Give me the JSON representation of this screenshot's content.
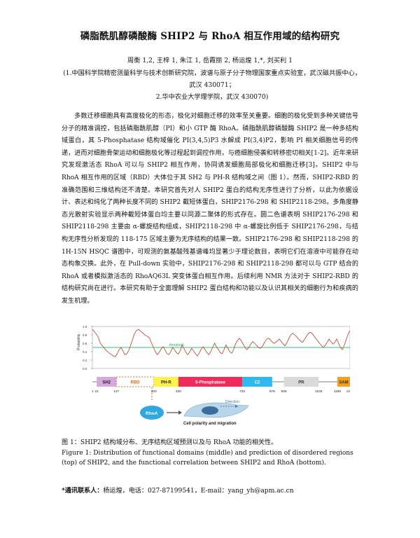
{
  "title": "磷脂酰肌醇磷酸酶 SHIP2 与 RhoA 相互作用域的结构研究",
  "authors": "周衡 1,2, 王梓 1, 朱江 1, 岳霞丽 2, 杨运煌 1,*, 刘买利 1",
  "affiliation_1": "(1.中国科学院精密测量科学与技术创新研究院，波谱与原子分子物理国家重点实验室，武汉磁共振中心，武汉 430071；",
  "affiliation_2": "2.华中农业大学理学院，武汉 430070)",
  "abstract": "多数迁移细胞具有高度极化的形态，极化对细胞迁移的效率至关重要。细胞的极化受到多种关键信号分子的精准调控，包括磷脂酰肌醇（PI）和小 GTP 酶 RhoA。磷脂酰肌醇磷酸酶 SHIP2 是一种多结构域蛋白，其 5-Phosphatase 结构域催化 PI(3,4,5)P3 水解成 PI(3,4)P2，影响 PI 相关细胞信号的传递，进而对细胞骨架运动和细胞极化等过程起到调控作用，与癌细胞侵袭和转移密切相关[1-2]。近年来研究发现激活态 RhoA 可以与 SHIP2 相互作用，协同诱发细胞局部极化和细胞迁移[3]。SHIP2 中与 RhoA 相互作用的区域（RBD）大体位于其 SH2 与 PH-R 结构域之间（图 1）。然而，SHIP2-RBD 的准确范围和三维结构还不清楚。本研究首先对人 SHIP2 蛋白的结构无序性进行了分析，以此为依据设计、表达和纯化了两种长度不同的 SHIP2 截短体蛋白，SHIP2176-298 和 SHIP2118-298。多角度静态光散射实验显示两种截短体蛋白均主要以同源二聚体的形式存在。圆二色谱表明 SHIP2176-298 和 SHIP2118-298 主要由 α-螺旋结构组成，SHIP2118-298 中 α-螺旋比例低于 SHIP2176-298，与结构无序性分析发现的 118-175 区域主要为无序结构的结果一致。SHIP2176-298 和 SHIP2118-298 的 1H-15N HSQC 谱图中，可观测的氨基酸残基谱峰均显著少于理论数目，表明它们在溶液中可能存在动态构象交换。此外，在 Pull-down 实验中，SHIP2176-298 和 SHIP2118-298 都可以与 GTP 结合的 RhoA 或者模拟激活态的 RhoAQ63L 突变体蛋白相互作用。后续利用 NMR 方法对于 SHIP2-RBD 的结构研究尚在进行。本研究有助于全面理解 SHIP2 蛋白结构和功能以及认识其相关的细胞行为和疾病的发生机理。",
  "figure": {
    "ylabel": "Probability",
    "yticks": [
      "1.0",
      "0.8",
      "0.6",
      "0.4",
      "0.2",
      "0.0"
    ],
    "threshold_label": "threshold",
    "threshold_value": 0.5,
    "disorder_series": [
      0.93,
      0.88,
      0.82,
      0.75,
      0.62,
      0.55,
      0.5,
      0.44,
      0.4,
      0.36,
      0.33,
      0.3,
      0.28,
      0.35,
      0.45,
      0.5,
      0.42,
      0.33,
      0.35,
      0.42,
      0.55,
      0.68,
      0.82,
      0.9,
      0.93,
      0.9,
      0.86,
      0.82,
      0.78,
      0.76,
      0.72,
      0.6,
      0.5,
      0.4,
      0.33,
      0.38,
      0.46,
      0.52,
      0.45,
      0.36,
      0.33,
      0.39,
      0.5,
      0.45,
      0.38,
      0.34,
      0.42,
      0.55,
      0.48,
      0.38,
      0.33,
      0.39,
      0.48,
      0.42,
      0.35,
      0.3,
      0.37,
      0.46,
      0.52,
      0.45,
      0.38,
      0.33,
      0.4,
      0.5,
      0.6,
      0.52,
      0.45,
      0.38,
      0.35,
      0.45,
      0.56,
      0.48,
      0.4,
      0.36,
      0.45,
      0.58,
      0.66,
      0.72,
      0.66,
      0.58,
      0.5,
      0.45,
      0.5,
      0.58,
      0.64,
      0.6,
      0.55,
      0.5,
      0.48,
      0.52,
      0.6,
      0.68,
      0.72,
      0.7,
      0.64,
      0.6,
      0.62,
      0.66,
      0.7,
      0.64,
      0.58,
      0.54,
      0.62,
      0.72,
      0.8,
      0.84,
      0.8,
      0.76,
      0.7,
      0.66,
      0.62,
      0.68,
      0.75,
      0.82,
      0.86,
      0.84,
      0.78,
      0.72,
      0.66,
      0.6,
      0.55,
      0.5,
      0.55,
      0.62,
      0.7,
      0.64,
      0.58,
      0.62,
      0.7,
      0.6,
      0.5,
      0.45,
      0.55,
      0.68,
      0.82,
      0.9
    ],
    "domains": [
      {
        "label": "SH2",
        "start": 21,
        "end": 117,
        "color": "#d6a9dd",
        "text_color": "#222222"
      },
      {
        "label": "RBD",
        "start": 117,
        "end": 300,
        "color": "#ffffff",
        "text_color": "#e06a10",
        "dashed": true
      },
      {
        "label": "PH-R",
        "start": 300,
        "end": 420,
        "color": "#fff24a",
        "text_color": "#222222"
      },
      {
        "label": "5-Phosphatase",
        "start": 420,
        "end": 732,
        "color": "#ef2d5c",
        "text_color": "#ffffff"
      },
      {
        "label": "C2",
        "start": 732,
        "end": 878,
        "color": "#2fb9f0",
        "text_color": "#ffffff"
      },
      {
        "label": "PR",
        "start": 935,
        "end": 1105,
        "color": "#dadada",
        "text_color": "#333333"
      },
      {
        "label": "SAM",
        "start": 1196,
        "end": 1258,
        "color": "#f4a020",
        "text_color": "#333333"
      }
    ],
    "residue_ticks": [
      "1",
      "21",
      "117",
      "300",
      "420",
      "732",
      "878",
      "935",
      "1105",
      "1196",
      "1258"
    ],
    "rhoa_label": "RhoA",
    "direction_label": "Direction",
    "polarity_label": "Cell polarity and migration",
    "colors": {
      "disorder_line": "#c0392b",
      "threshold_line": "#2ecc71",
      "rhoa": "#2fa7e0"
    }
  },
  "caption_cn": "图 1：SHIP2 结构域分布、无序结构区域预测以及与 RhoA 功能的相关性。",
  "caption_en": "Figure 1: Distribution of functional domains (middle) and prediction of disordered regions (top) of SHIP2, and the functional correlation between SHIP2 and RhoA (bottom).",
  "contact_label": "*通讯联系人：",
  "contact_text": "杨运煌，电话：027-87199541，E-mail：yang_yh@apm.ac.cn"
}
